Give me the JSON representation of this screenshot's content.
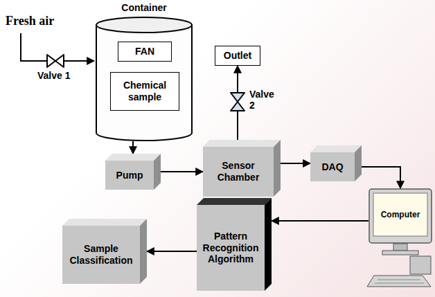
{
  "diagram": {
    "nodes": [
      {
        "text": [
          "Container"
        ]
      },
      {
        "text": [
          "FAN"
        ],
        "in": 0
      },
      {
        "text": [
          "Chemical sample"
        ],
        "in": 0
      },
      {
        "text": [
          "Pump"
        ]
      },
      {
        "text": [
          "Sensor Chamber"
        ]
      },
      {
        "text": [
          "DAQ"
        ]
      },
      {
        "text": [
          "Outlet"
        ]
      },
      {
        "text": [
          "Computer"
        ]
      },
      {
        "text": [
          "Pattern Recognition Algorithm"
        ]
      },
      {
        "text": [
          "Sample Classification"
        ]
      }
    ],
    "edges": [
      {
        "from": 0,
        "to": 3,
        "arrow": "to"
      },
      {
        "from": 3,
        "to": 4,
        "arrow": "to"
      },
      {
        "from": 4,
        "to": 6,
        "arrow": "to"
      },
      {
        "from": 4,
        "to": 5,
        "arrow": "to"
      },
      {
        "from": 5,
        "to": 7,
        "arrow": "to"
      },
      {
        "from": 7,
        "to": 8,
        "arrow": "to"
      },
      {
        "from": 8,
        "to": 9,
        "arrow": "to"
      }
    ],
    "labels": [
      "Fresh air",
      "Valve 1",
      "Valve 2"
    ]
  }
}
